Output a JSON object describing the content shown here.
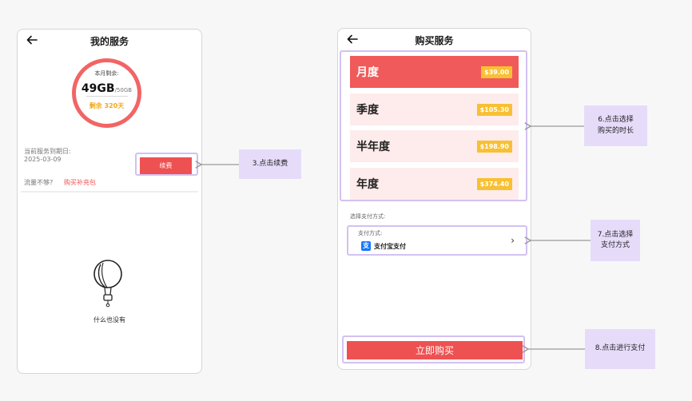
{
  "screen1": {
    "title": "我的服务",
    "ring": {
      "label": "本月剩余:",
      "value": "49GB",
      "total": "/50GB",
      "remaining_days": "剩余 320天",
      "used_fraction": 0.02
    },
    "expiry_label": "当前服务到期日:",
    "expiry_date": "2025-03-09",
    "renew_label": "续费",
    "traffic_prompt": "流量不够?",
    "buy_pack_label": "购买补充包",
    "empty_text": "什么也没有"
  },
  "screen2": {
    "title": "购买服务",
    "plans": [
      {
        "name": "月度",
        "price": "$39.00",
        "selected": true
      },
      {
        "name": "季度",
        "price": "$105.30",
        "selected": false
      },
      {
        "name": "半年度",
        "price": "$198.90",
        "selected": false
      },
      {
        "name": "年度",
        "price": "$374.40",
        "selected": false
      }
    ],
    "pay_section_label": "选择支付方式:",
    "pay_caption": "支付方式:",
    "pay_method": "支付宝支付",
    "pay_icon_glyph": "支",
    "buy_now_label": "立即购买"
  },
  "annotations": {
    "renew": "3.点击续费",
    "duration_line1": "6.点击选择",
    "duration_line2": "购买的时长",
    "payment_line1": "7.点击选择",
    "payment_line2": "支付方式",
    "pay_action": "8.点击进行支付"
  },
  "colors": {
    "accent": "#ee5151",
    "price_badge": "#f8c032",
    "highlight": "#d2c1f2",
    "annotation_bg": "#e6dcfa",
    "plan_bg": "#fdeceb"
  },
  "icons": [
    "back-arrow-icon",
    "hot-air-balloon-icon",
    "alipay-icon",
    "chevron-right-icon"
  ]
}
